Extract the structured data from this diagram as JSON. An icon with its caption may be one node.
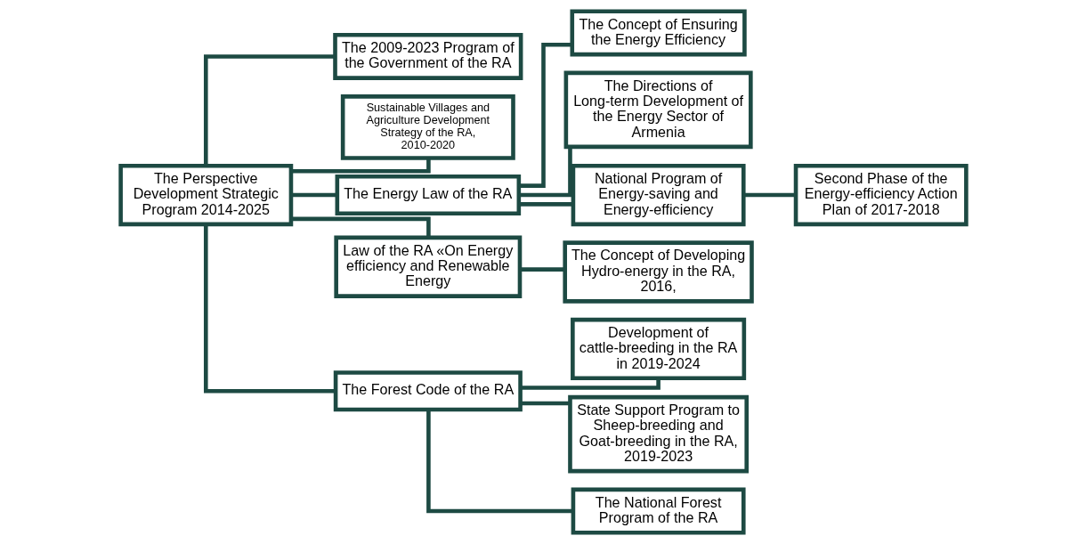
{
  "diagram": {
    "nodes": [
      {
        "text": [
          "The Perspective Development Strategic Program 2014-2025"
        ]
      },
      {
        "text": [
          "The 2009-2023 Program of the Government of the RA"
        ]
      },
      {
        "text": [
          "Sustainable Villages and Agriculture Development Strategy of the RA, 2010-2020"
        ]
      },
      {
        "text": [
          "The Energy Law of the RA"
        ]
      },
      {
        "text": [
          "The Concept of Ensuring the Energy Efficiency"
        ]
      },
      {
        "text": [
          "The Directions of Long-term Development of the Energy Sector of Armenia"
        ]
      },
      {
        "text": [
          "National Program of Energy-saving and Energy-efficiency"
        ]
      },
      {
        "text": [
          "Second Phase of the Energy-efficiency Action Plan of 2017-2018"
        ]
      },
      {
        "text": [
          "Law of the RA «On Energy efficiency and Renewable Energy"
        ]
      },
      {
        "text": [
          "The Concept of Developing Hydro-energy in the RA, 2016,"
        ]
      },
      {
        "text": [
          "The Forest Code of the RA"
        ]
      },
      {
        "text": [
          "Development of cattle-breeding in the RA in 2019-2024"
        ]
      },
      {
        "text": [
          "State Support Program to Sheep-breeding and Goat-breeding in the RA, 2019-2023"
        ]
      },
      {
        "text": [
          "The National Forest Program of the RA"
        ]
      }
    ],
    "edges": [
      {
        "from": 0,
        "to": 1,
        "arrow": "none"
      },
      {
        "from": 0,
        "to": 2,
        "arrow": "none"
      },
      {
        "from": 0,
        "to": 3,
        "arrow": "none"
      },
      {
        "from": 0,
        "to": 8,
        "arrow": "none"
      },
      {
        "from": 0,
        "to": 10,
        "arrow": "none"
      },
      {
        "from": 3,
        "to": 4,
        "arrow": "none"
      },
      {
        "from": 3,
        "to": 5,
        "arrow": "none"
      },
      {
        "from": 3,
        "to": 6,
        "arrow": "none"
      },
      {
        "from": 6,
        "to": 7,
        "arrow": "none"
      },
      {
        "from": 8,
        "to": 9,
        "arrow": "none"
      },
      {
        "from": 10,
        "to": 11,
        "arrow": "none"
      },
      {
        "from": 10,
        "to": 12,
        "arrow": "none"
      },
      {
        "from": 10,
        "to": 13,
        "arrow": "none"
      }
    ]
  }
}
